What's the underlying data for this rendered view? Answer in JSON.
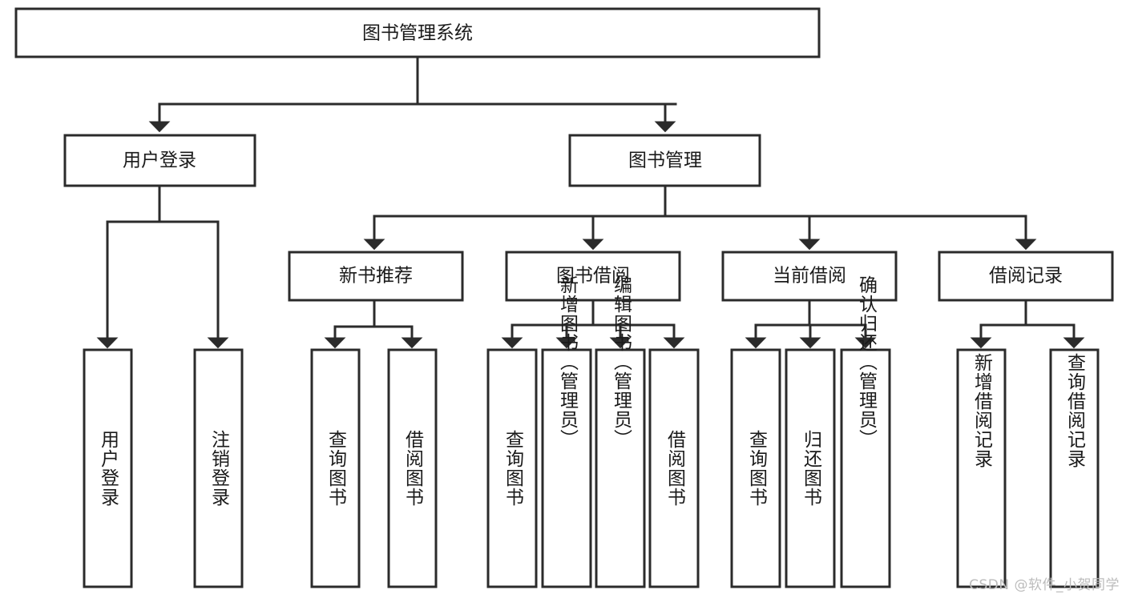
{
  "diagram": {
    "type": "tree-hierarchy",
    "title": "图书管理系统",
    "watermark": "CSDN @软件_小贺同学",
    "colors": {
      "stroke": "#2b2b2b",
      "fill": "#ffffff",
      "text": "#1a1a1a",
      "watermark": "#bcbcbc"
    },
    "levels": [
      {
        "level": 1,
        "nodes": [
          {
            "id": "root",
            "label": "图书管理系统",
            "orientation": "horizontal"
          }
        ]
      },
      {
        "level": 2,
        "nodes": [
          {
            "id": "login",
            "label": "用户登录",
            "orientation": "horizontal",
            "parent": "root"
          },
          {
            "id": "bookmgmt",
            "label": "图书管理",
            "orientation": "horizontal",
            "parent": "root"
          }
        ]
      },
      {
        "level": 3,
        "nodes": [
          {
            "id": "newbook",
            "label": "新书推荐",
            "orientation": "horizontal",
            "parent": "bookmgmt"
          },
          {
            "id": "borrow",
            "label": "图书借阅",
            "orientation": "horizontal",
            "parent": "bookmgmt"
          },
          {
            "id": "current",
            "label": "当前借阅",
            "orientation": "horizontal",
            "parent": "bookmgmt"
          },
          {
            "id": "records",
            "label": "借阅记录",
            "orientation": "horizontal",
            "parent": "bookmgmt"
          }
        ]
      },
      {
        "level": 4,
        "nodes": [
          {
            "id": "leaf-user-login",
            "label": "用户登录",
            "orientation": "vertical",
            "parent": "login"
          },
          {
            "id": "leaf-user-logout",
            "label": "注销登录",
            "orientation": "vertical",
            "parent": "login"
          },
          {
            "id": "leaf-nb-query",
            "label": "查询图书",
            "orientation": "vertical",
            "parent": "newbook"
          },
          {
            "id": "leaf-nb-borrow",
            "label": "借阅图书",
            "orientation": "vertical",
            "parent": "newbook"
          },
          {
            "id": "leaf-bw-query",
            "label": "查询图书",
            "orientation": "vertical",
            "parent": "borrow"
          },
          {
            "id": "leaf-bw-add",
            "label": "新增图书（管理员）",
            "orientation": "vertical",
            "parent": "borrow"
          },
          {
            "id": "leaf-bw-edit",
            "label": "编辑图书（管理员）",
            "orientation": "vertical",
            "parent": "borrow"
          },
          {
            "id": "leaf-bw-borrow",
            "label": "借阅图书",
            "orientation": "vertical",
            "parent": "borrow"
          },
          {
            "id": "leaf-cur-query",
            "label": "查询图书",
            "orientation": "vertical",
            "parent": "current"
          },
          {
            "id": "leaf-cur-return",
            "label": "归还图书",
            "orientation": "vertical",
            "parent": "current"
          },
          {
            "id": "leaf-cur-confirm",
            "label": "确认归还（管理员）",
            "orientation": "vertical",
            "parent": "current"
          },
          {
            "id": "leaf-rec-add",
            "label": "新增借阅记录",
            "orientation": "vertical",
            "parent": "records"
          },
          {
            "id": "leaf-rec-query",
            "label": "查询借阅记录",
            "orientation": "vertical",
            "parent": "records"
          }
        ]
      }
    ]
  }
}
